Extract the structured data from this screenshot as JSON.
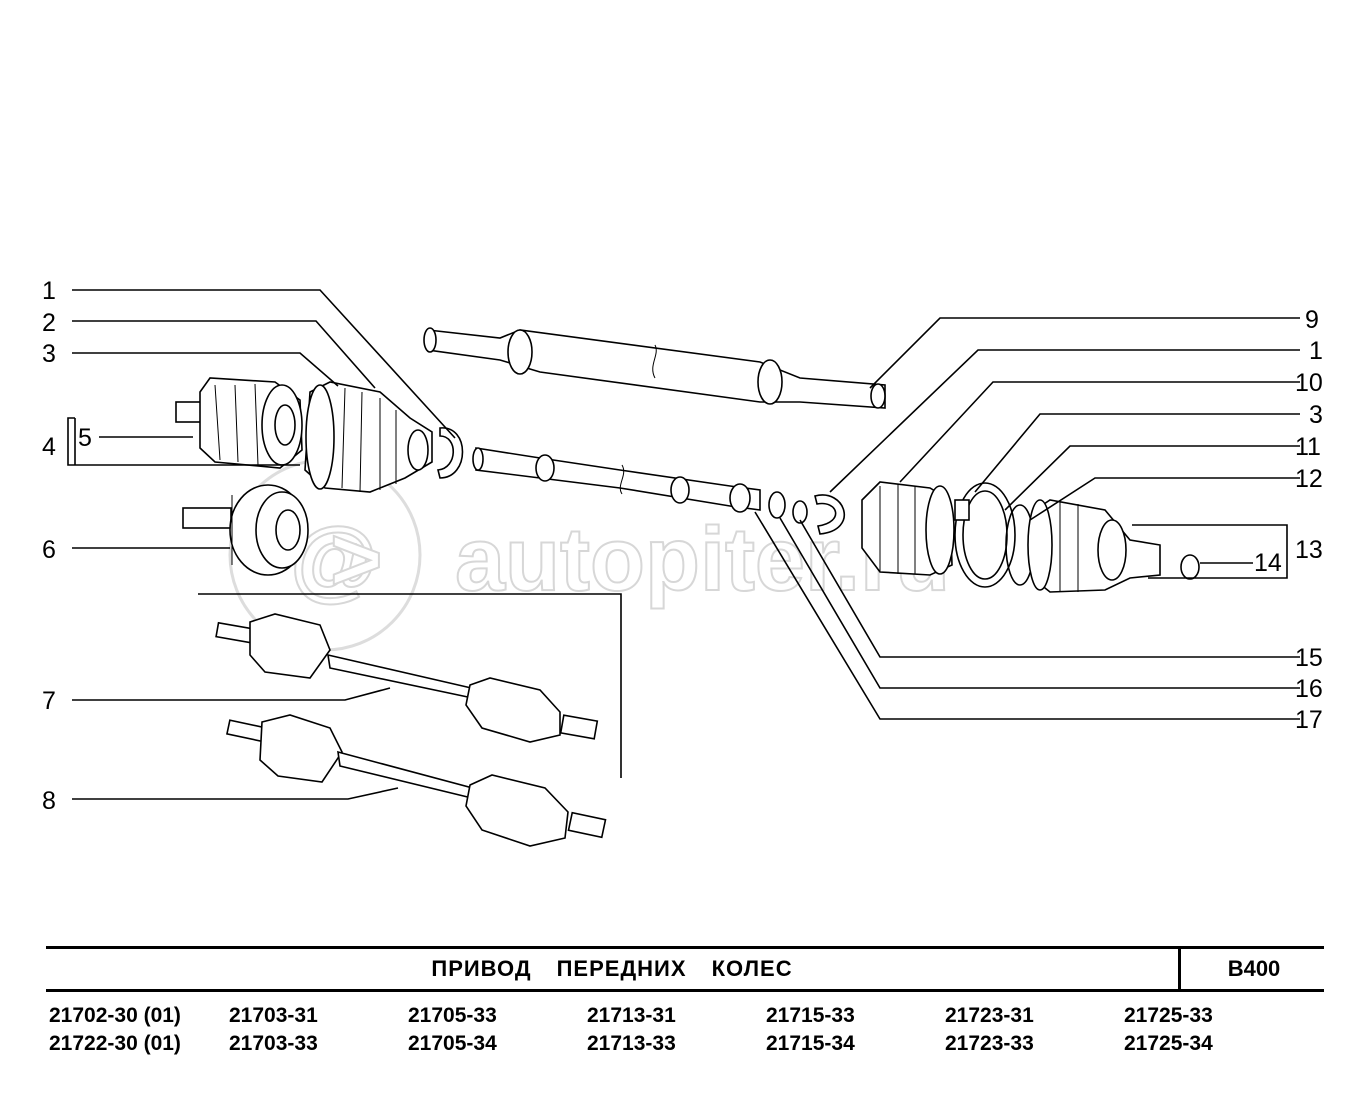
{
  "watermark": "autopiter.ru",
  "callouts_left": [
    "1",
    "2",
    "3",
    "4",
    "5",
    "6",
    "7",
    "8"
  ],
  "callouts_right": [
    "9",
    "1",
    "10",
    "3",
    "11",
    "12",
    "13",
    "14",
    "15",
    "16",
    "17"
  ],
  "title": "ПРИВОД   ПЕРЕДНИХ   КОЛЕС",
  "code": "В400",
  "models": [
    [
      "21702-30 (01)",
      "21722-30 (01)"
    ],
    [
      "21703-31",
      "21703-33"
    ],
    [
      "21705-33",
      "21705-34"
    ],
    [
      "21713-31",
      "21713-33"
    ],
    [
      "21715-33",
      "21715-34"
    ],
    [
      "21723-31",
      "21723-33"
    ],
    [
      "21725-33",
      "21725-34"
    ]
  ]
}
